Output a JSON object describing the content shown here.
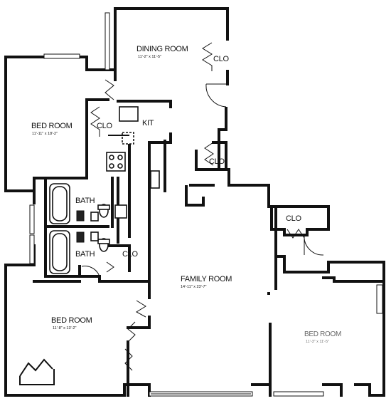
{
  "rooms": {
    "dining": {
      "label": "DINING ROOM",
      "dims": "11'-2\" x 11'-5\""
    },
    "bed_upper_left": {
      "label": "BED ROOM",
      "dims": "11'-11\" x 18'-2\""
    },
    "kitchen": {
      "label": "KIT"
    },
    "bath_upper": {
      "label": "BATH"
    },
    "bath_lower": {
      "label": "BATH"
    },
    "family": {
      "label": "FAMILY ROOM",
      "dims": "14'-11\" x 23'-7\""
    },
    "bed_lower_left": {
      "label": "BED ROOM",
      "dims": "11'-8\" x 13'-2\""
    },
    "bed_right": {
      "label": "BED ROOM",
      "dims": "11'-3\" x 11'-5\""
    }
  },
  "closets": {
    "dining": "CLO",
    "bed_upper": "CLO",
    "hall": "CLO",
    "right": "CLO",
    "bath": "CLO"
  },
  "colors": {
    "wall": "#111111",
    "background": "#ffffff"
  }
}
